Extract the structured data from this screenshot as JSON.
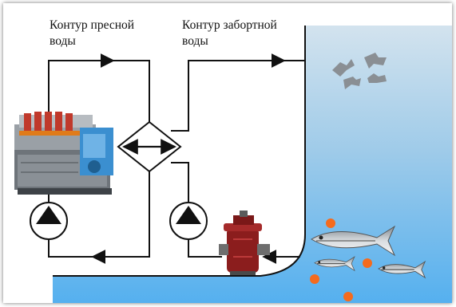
{
  "labels": {
    "fresh_circuit": [
      "Контур пресной",
      "воды"
    ],
    "sea_circuit": [
      "Контур забортной",
      "воды"
    ]
  },
  "colors": {
    "line": "#111111",
    "sea_top": "#cfe0ec",
    "sea_bottom": "#5fb4ee",
    "hull_fill": "#ffffff",
    "bubble": "#f46b1e",
    "fish_body": "#a9afb5",
    "filter": "#8b1d1d",
    "engine_red": "#c0392b",
    "engine_blue": "#3b8fd0",
    "birds": "#8a8f94"
  },
  "icons": {
    "engine": "marine-diesel-engine-icon",
    "heat_exchanger": "heat-exchanger-diamond-icon",
    "pump": "pump-symbol-icon",
    "filter": "sea-water-filter-icon",
    "fish": "fish-icon",
    "birds": "birds-icon"
  }
}
